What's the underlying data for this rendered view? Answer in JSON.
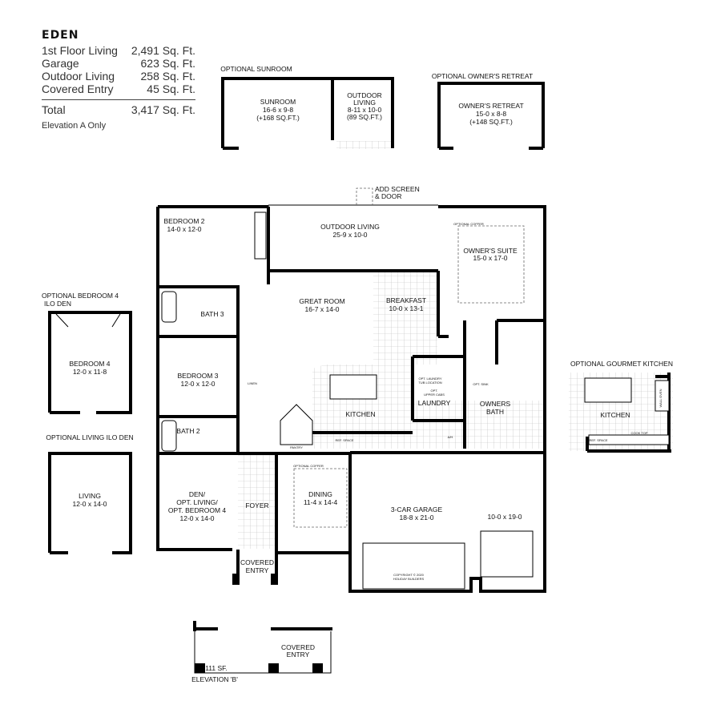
{
  "summary": {
    "title": "EDEN",
    "rows": [
      {
        "label": "1st Floor Living",
        "value": "2,491 Sq. Ft."
      },
      {
        "label": "Garage",
        "value": "623 Sq. Ft."
      },
      {
        "label": "Outdoor Living",
        "value": "258 Sq. Ft."
      },
      {
        "label": "Covered Entry",
        "value": "45 Sq. Ft."
      }
    ],
    "total": {
      "label": "Total",
      "value": "3,417 Sq. Ft."
    },
    "note": "Elevation A Only"
  },
  "options": {
    "sunroom": {
      "title": "OPTIONAL SUNROOM",
      "room1": [
        "SUNROOM",
        "16-6 x 9-8",
        "(+168 SQ.FT.)"
      ],
      "room2": [
        "OUTDOOR",
        "LIVING",
        "8-11 x 10-0",
        "(89 SQ.FT.)"
      ]
    },
    "retreat": {
      "title": "OPTIONAL OWNER'S RETREAT",
      "room": [
        "OWNER'S RETREAT",
        "15-0 x 8-8",
        "(+148 SQ.FT.)"
      ]
    },
    "bedroom4": {
      "title": [
        "OPTIONAL BEDROOM 4",
        "ILO DEN"
      ],
      "room": [
        "BEDROOM 4",
        "12-0 x 11-8"
      ]
    },
    "living": {
      "title": "OPTIONAL LIVING ILO DEN",
      "room": [
        "LIVING",
        "12-0 x 14-0"
      ]
    },
    "gourmet": {
      "title": "OPTIONAL GOURMET KITCHEN",
      "room": "KITCHEN",
      "ref": "REF. SPACE",
      "cooktop": "COOK TOP",
      "oven": "WALL OVEN"
    },
    "elevation_b": {
      "room": [
        "COVERED",
        "ENTRY"
      ],
      "area": "111 SF.",
      "caption": "ELEVATION 'B'"
    }
  },
  "plan": {
    "screen_note": [
      "ADD SCREEN",
      "& DOOR"
    ],
    "outdoor_living": [
      "OUTDOOR LIVING",
      "25-9 x 10-0"
    ],
    "owners_suite": [
      "OWNER'S SUITE",
      "15-0 x 17-0"
    ],
    "optional_coffer": "OPTIONAL COFFER",
    "bedroom2": [
      "BEDROOM 2",
      "14-0 x 12-0"
    ],
    "bath3": "BATH 3",
    "great_room": [
      "GREAT ROOM",
      "16-7 x 14-0"
    ],
    "breakfast": [
      "BREAKFAST",
      "10-0 x 13-1"
    ],
    "bedroom3": [
      "BEDROOM 3",
      "12-0 x 12-0"
    ],
    "linen": "LINEN",
    "kitchen": "KITCHEN",
    "pantry": "PANTRY",
    "ref_space": "REF. SPACE",
    "laundry": "LAUNDRY",
    "laundry_tub": [
      "OPT. LAUNDRY",
      "TUB LOCATION"
    ],
    "upper_cabs": [
      "OPT.",
      "UPPER CABS"
    ],
    "opt_sink": "OPT. SINK",
    "ac": "A/H",
    "owners_bath": [
      "OWNERS",
      "BATH"
    ],
    "bath2": "BATH 2",
    "den": [
      "DEN/",
      "OPT. LIVING/",
      "OPT. BEDROOM 4",
      "12-0 x 14-0"
    ],
    "foyer": "FOYER",
    "dining": [
      "DINING",
      "11-4 x 14-4"
    ],
    "garage": [
      "3-CAR GARAGE",
      "18-8 x 21-0"
    ],
    "garage_bay": "10-0 x 19-0",
    "covered_entry": [
      "COVERED",
      "ENTRY"
    ],
    "copyright": [
      "COPYRIGHT © 2020",
      "HOLIDAY BUILDERS"
    ]
  }
}
